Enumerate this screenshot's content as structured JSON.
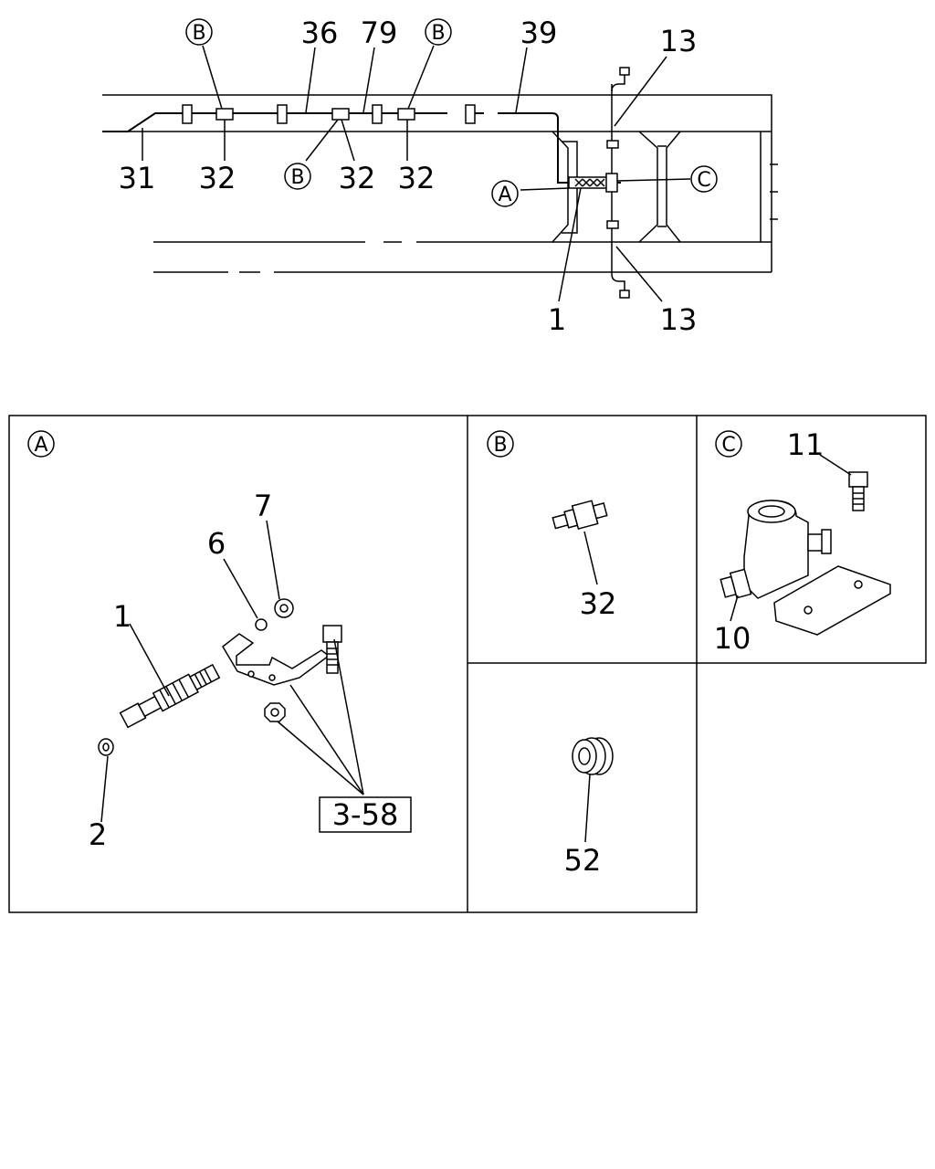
{
  "overview": {
    "labels": {
      "c31": "31",
      "c32_a": "32",
      "c32_b": "32",
      "c32_c": "32",
      "c36": "36",
      "c79": "79",
      "c39": "39",
      "c13_top": "13",
      "c13_bottom": "13",
      "c1": "1"
    },
    "refs": {
      "b1": "B",
      "b2": "B",
      "b3": "B",
      "a": "A",
      "c": "C"
    }
  },
  "panel_a": {
    "ref": "A",
    "labels": {
      "c1": "1",
      "c2": "2",
      "c6": "6",
      "c7": "7"
    },
    "boxed_ref": "3-58"
  },
  "panel_b": {
    "ref": "B",
    "labels": {
      "c32": "32"
    }
  },
  "panel_c": {
    "ref": "C",
    "labels": {
      "c11": "11",
      "c10": "10"
    }
  },
  "panel_d": {
    "labels": {
      "c52": "52"
    }
  }
}
